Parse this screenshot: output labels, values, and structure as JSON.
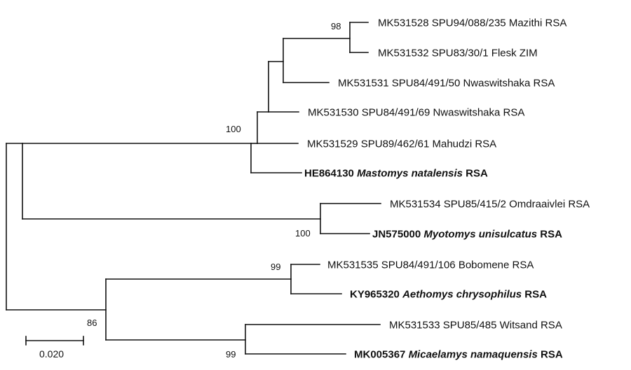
{
  "tree": {
    "taxa": [
      {
        "id": "t1",
        "accession": "MK531528",
        "rest": "SPU94/088/235 Mazithi RSA",
        "bold": false
      },
      {
        "id": "t2",
        "accession": "MK531532",
        "rest": "SPU83/30/1 Flesk ZIM",
        "bold": false
      },
      {
        "id": "t3",
        "accession": "MK531531",
        "rest": "SPU84/491/50 Nwaswitshaka RSA",
        "bold": false
      },
      {
        "id": "t4",
        "accession": "MK531530",
        "rest": "SPU84/491/69 Nwaswitshaka RSA",
        "bold": false
      },
      {
        "id": "t5",
        "accession": "MK531529",
        "rest": "SPU89/462/61 Mahudzi RSA",
        "bold": false
      },
      {
        "id": "t6",
        "accession": "HE864130",
        "species": "Mastomys natalensis",
        "suffix": "RSA",
        "bold": true
      },
      {
        "id": "t7",
        "accession": "MK531534",
        "rest": "SPU85/415/2 Omdraaivlei RSA",
        "bold": false
      },
      {
        "id": "t8",
        "accession": "JN575000",
        "species": "Myotomys unisulcatus",
        "suffix": "RSA",
        "bold": true
      },
      {
        "id": "t9",
        "accession": "MK531535",
        "rest": "SPU84/491/106 Bobomene RSA",
        "bold": false
      },
      {
        "id": "t10",
        "accession": "KY965320",
        "species": "Aethomys chrysophilus",
        "suffix": "RSA",
        "bold": true
      },
      {
        "id": "t11",
        "accession": "MK531533",
        "rest": "SPU85/485 Witsand RSA",
        "bold": false
      },
      {
        "id": "t12",
        "accession": "MK005367",
        "species": "Micaelamys namaquensis",
        "suffix": "RSA",
        "bold": true
      }
    ],
    "bootstrap": {
      "mazithi_flesk": "98",
      "mastomys_clade": "100",
      "myotomys_clade": "100",
      "aethomys_clade": "99",
      "micaelamys_clade": "99",
      "southern_clade": "86"
    },
    "scale_bar": {
      "label": "0.020"
    }
  }
}
